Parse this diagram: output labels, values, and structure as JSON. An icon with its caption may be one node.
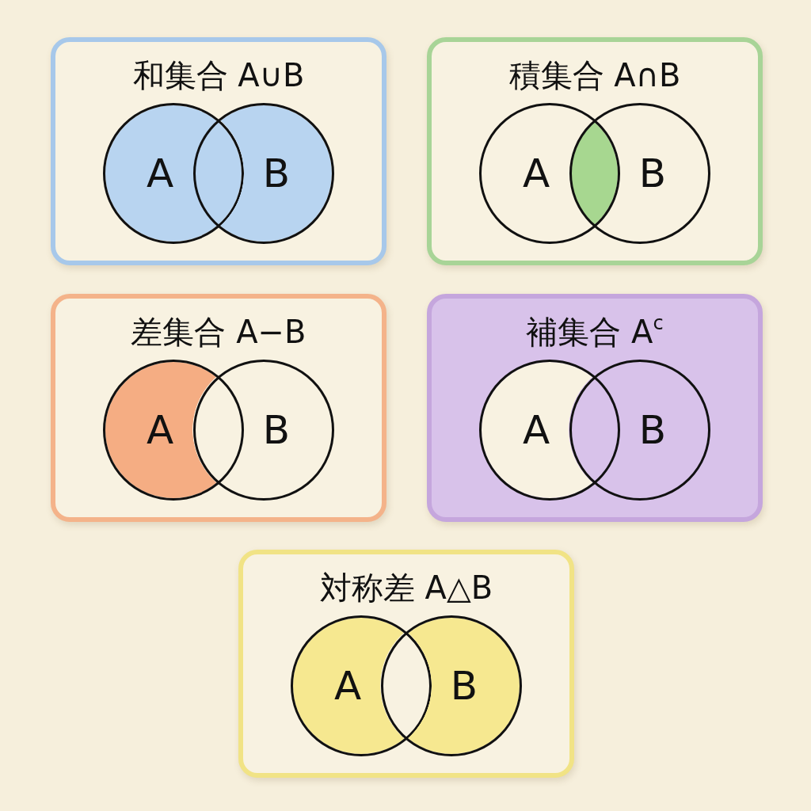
{
  "diagram": {
    "nodes": [
      {
        "text": [
          "和集合 A∪B"
        ]
      },
      {
        "text": [
          "A"
        ],
        "in": 0
      },
      {
        "text": [
          "B"
        ],
        "in": 0
      },
      {
        "text": [
          "積集合 A∩B"
        ]
      },
      {
        "text": [
          "A"
        ],
        "in": 3
      },
      {
        "text": [
          "B"
        ],
        "in": 3
      },
      {
        "text": [
          "差集合 A−B"
        ]
      },
      {
        "text": [
          "A"
        ],
        "in": 6
      },
      {
        "text": [
          "B"
        ],
        "in": 6
      },
      {
        "text": [
          "補集合 A$^{c}$"
        ]
      },
      {
        "text": [
          "A"
        ],
        "in": 9
      },
      {
        "text": [
          "B"
        ],
        "in": 9
      },
      {
        "text": [
          "対称差 A△B"
        ]
      },
      {
        "text": [
          "A"
        ],
        "in": 12
      },
      {
        "text": [
          "B"
        ],
        "in": 12
      }
    ]
  }
}
